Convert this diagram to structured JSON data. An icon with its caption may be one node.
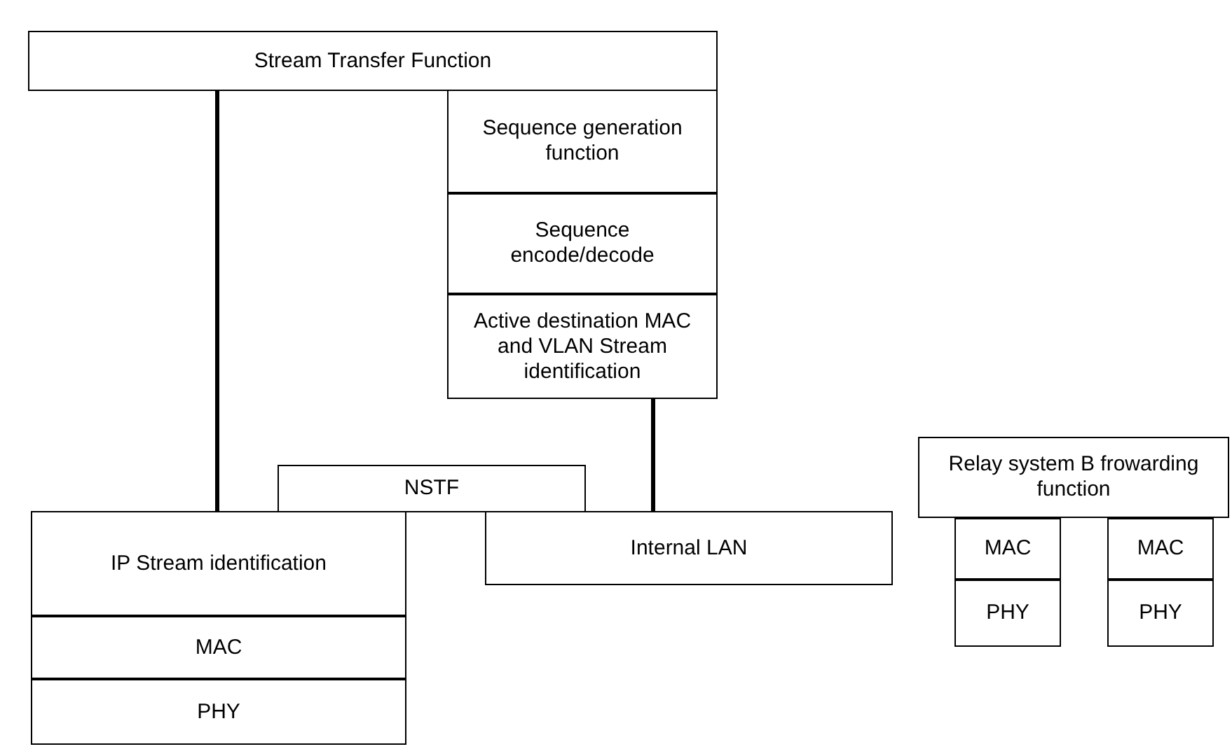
{
  "diagram": {
    "nodes": [
      {
        "text": [
          "Stream Transfer Function"
        ]
      },
      {
        "text": [
          "Sequence generation function"
        ]
      },
      {
        "text": [
          "Sequence encode/decode"
        ]
      },
      {
        "text": [
          "Active destination MAC and VLAN Stream identification"
        ]
      },
      {
        "text": [
          "NSTF"
        ]
      },
      {
        "text": [
          "IP Stream identification"
        ]
      },
      {
        "text": [
          "MAC"
        ]
      },
      {
        "text": [
          "PHY"
        ]
      },
      {
        "text": [
          "Internal LAN"
        ]
      },
      {
        "text": [
          "Relay system B frowarding function"
        ]
      },
      {
        "text": [
          "MAC"
        ]
      },
      {
        "text": [
          "PHY"
        ]
      },
      {
        "text": [
          "MAC"
        ]
      },
      {
        "text": [
          "PHY"
        ]
      }
    ],
    "edges": [
      {
        "from": 0,
        "to": 5,
        "arrow": "none"
      },
      {
        "from": 3,
        "to": 8,
        "arrow": "none"
      }
    ]
  }
}
